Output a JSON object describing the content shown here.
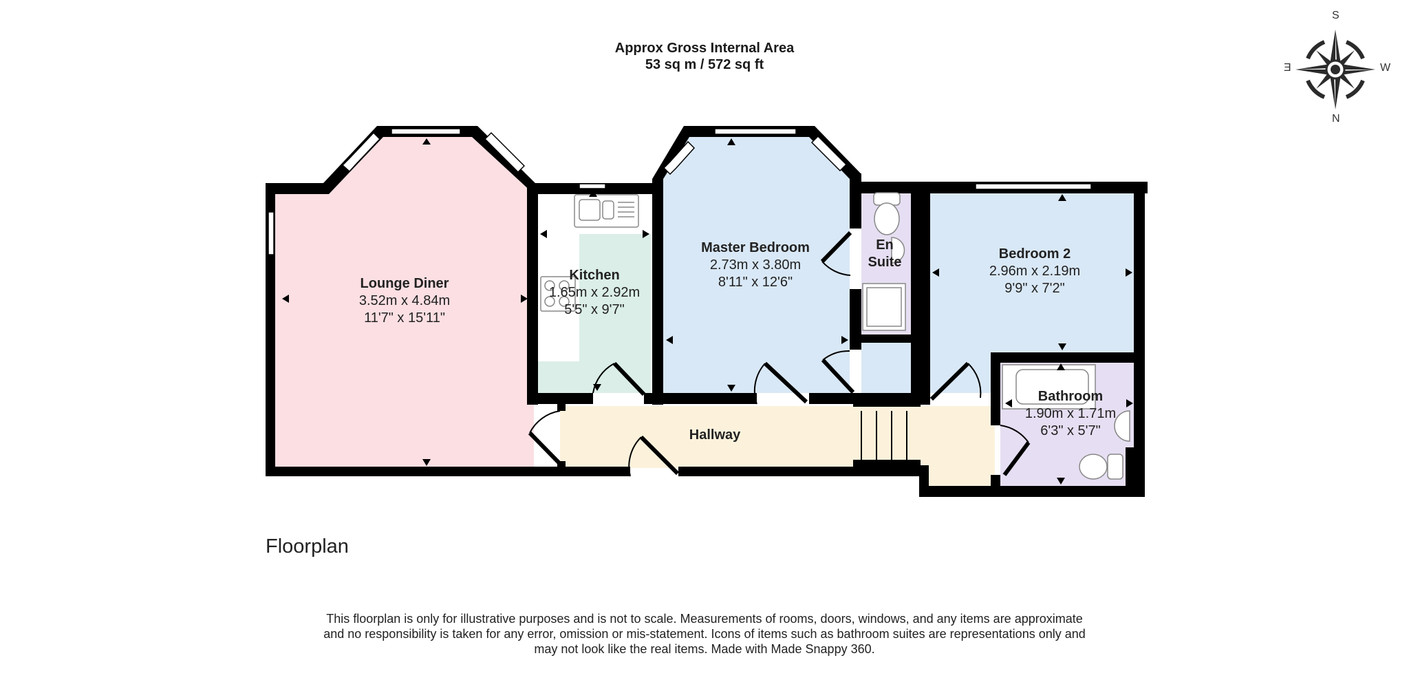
{
  "header": {
    "area_title": "Approx Gross Internal Area",
    "area_value": "53 sq m / 572 sq ft"
  },
  "compass": {
    "icon": "compass-rose-icon",
    "top": "S",
    "bottom": "N",
    "left": "E",
    "right": "W"
  },
  "rooms": [
    {
      "name": "Lounge Diner",
      "metric": "3.52m x 4.84m",
      "imperial": "11'7\" x 15'11\"",
      "color": "#fbdfe3"
    },
    {
      "name": "Kitchen",
      "metric": "1.65m x 2.92m",
      "imperial": "5'5\" x 9'7\"",
      "color": "#dbeee8"
    },
    {
      "name": "Master Bedroom",
      "metric": "2.73m x 3.80m",
      "imperial": "8'11\" x 12'6\"",
      "color": "#d9e8f6"
    },
    {
      "name": "En Suite",
      "name_line1": "En",
      "name_line2": "Suite",
      "color": "#e6def2"
    },
    {
      "name": "Bedroom 2",
      "metric": "2.96m x 2.19m",
      "imperial": "9'9\" x 7'2\"",
      "color": "#d9e8f6"
    },
    {
      "name": "Bathroom",
      "metric": "1.90m x 1.71m",
      "imperial": "6'3\" x 5'7\"",
      "color": "#e6def2"
    },
    {
      "name": "Hallway",
      "color": "#fcf2dc"
    }
  ],
  "floor": {
    "title": "Floorplan"
  },
  "footer": {
    "disclaimer_line1": "This floorplan is only for illustrative purposes and is not to scale. Measurements of rooms, doors, windows, and any items are approximate",
    "disclaimer_line2": "and no responsibility is taken for any error, omission or mis-statement. Icons of items such as bathroom suites are representations only and",
    "disclaimer_line3": "may not look like the real items. Made with Made Snappy 360."
  },
  "colors": {
    "wall": "#000000",
    "lounge": "#fbdfe3",
    "kitchen": "#dbeee8",
    "bedroom": "#d9e8f6",
    "bath": "#e6def2",
    "hall": "#fcf2dc"
  }
}
